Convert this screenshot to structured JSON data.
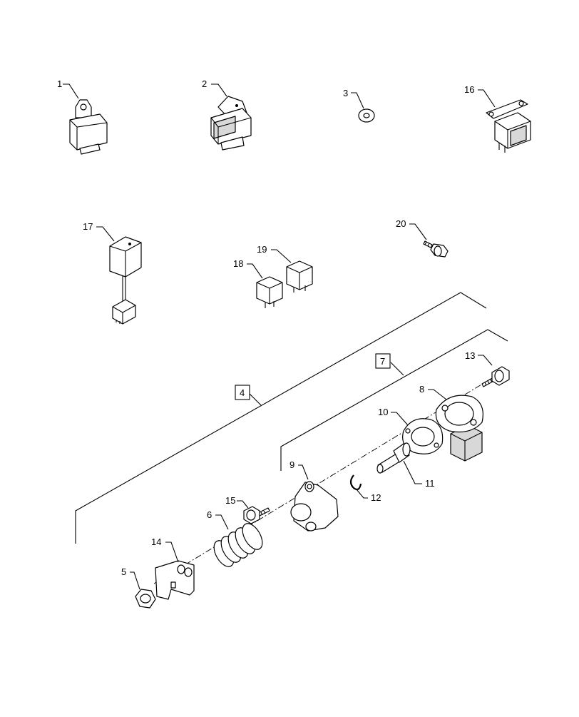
{
  "callouts": {
    "c1": "1",
    "c2": "2",
    "c3": "3",
    "c16": "16",
    "c17": "17",
    "c18": "18",
    "c19": "19",
    "c20": "20",
    "c4": "4",
    "c7": "7",
    "c13": "13",
    "c8": "8",
    "c10": "10",
    "c11": "11",
    "c9": "9",
    "c12": "12",
    "c15": "15",
    "c6": "6",
    "c14": "14",
    "c5": "5"
  }
}
